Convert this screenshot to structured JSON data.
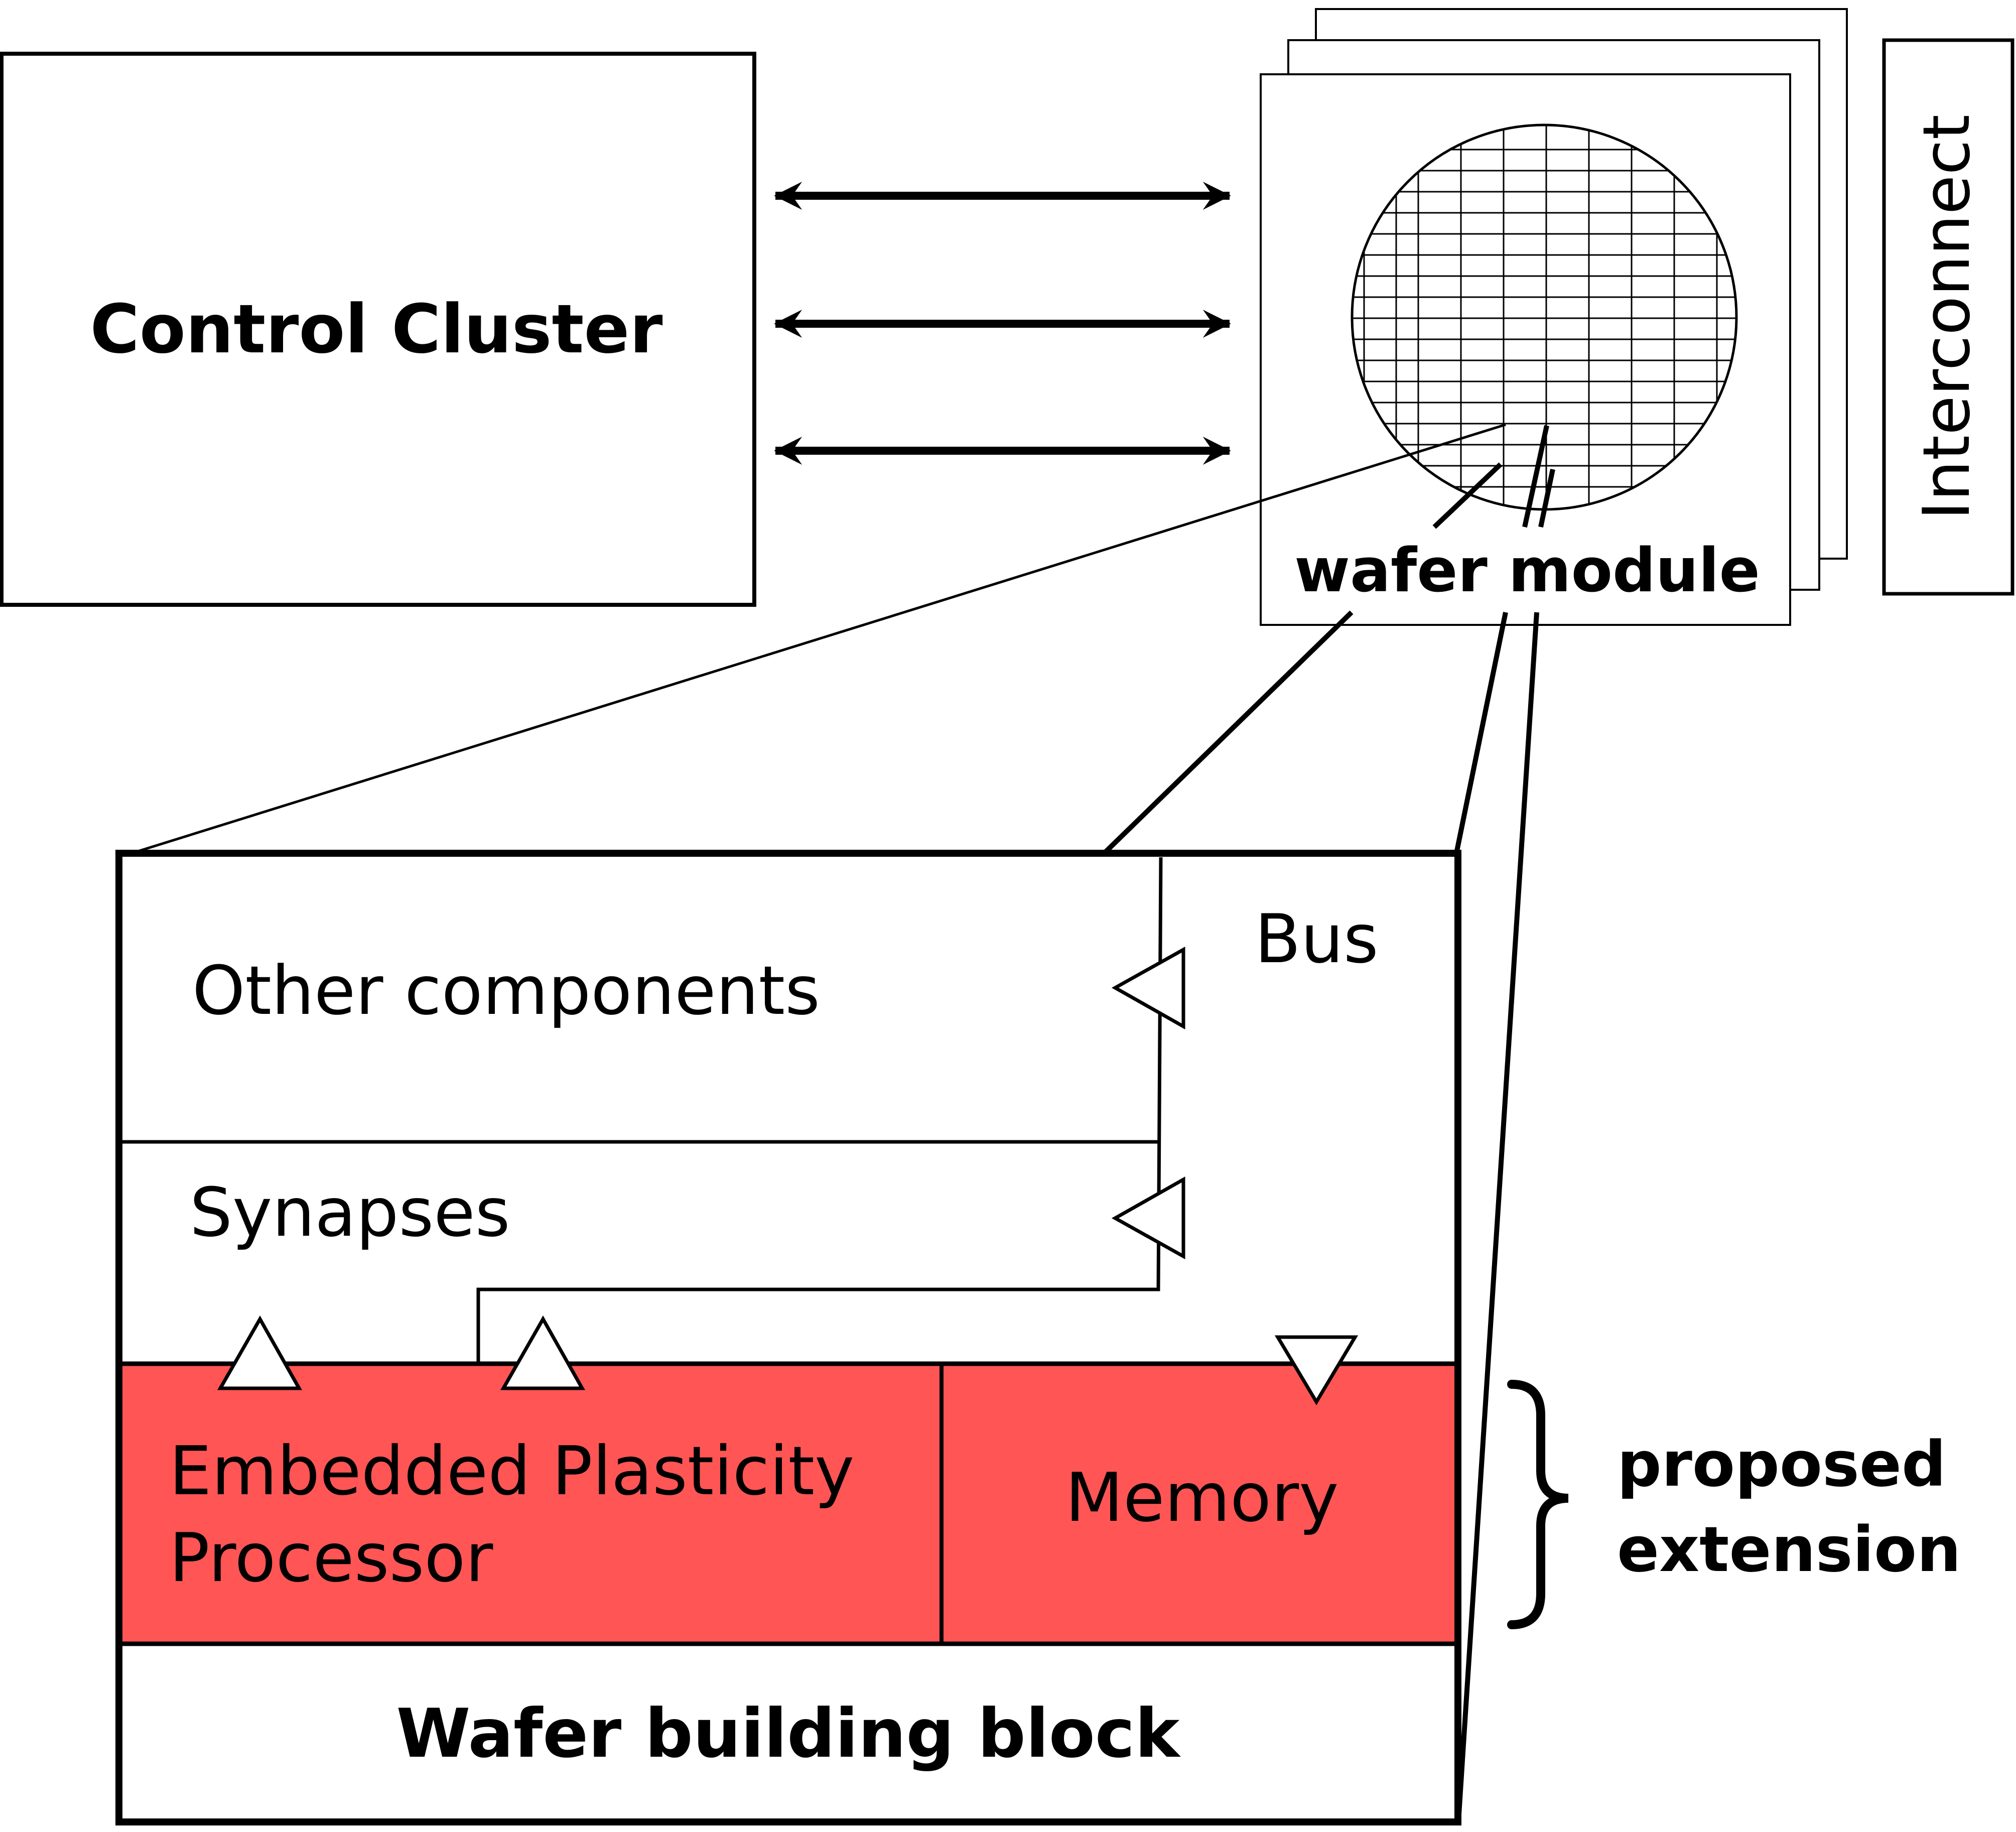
{
  "control_cluster": {
    "label": "Control Cluster"
  },
  "wafer_module": {
    "label": "wafer module"
  },
  "interconnect": {
    "label": "Interconnect"
  },
  "building_block": {
    "title": "Wafer building block",
    "other_components": "Other components",
    "bus": "Bus",
    "synapses": "Synapses",
    "epp_line1": "Embedded Plasticity",
    "epp_line2": "Processor",
    "memory": "Memory"
  },
  "extension": {
    "line1": "proposed",
    "line2": "extension"
  },
  "colors": {
    "extension_fill": "#FF5555",
    "stroke": "#000000",
    "background": "#FFFFFF"
  }
}
